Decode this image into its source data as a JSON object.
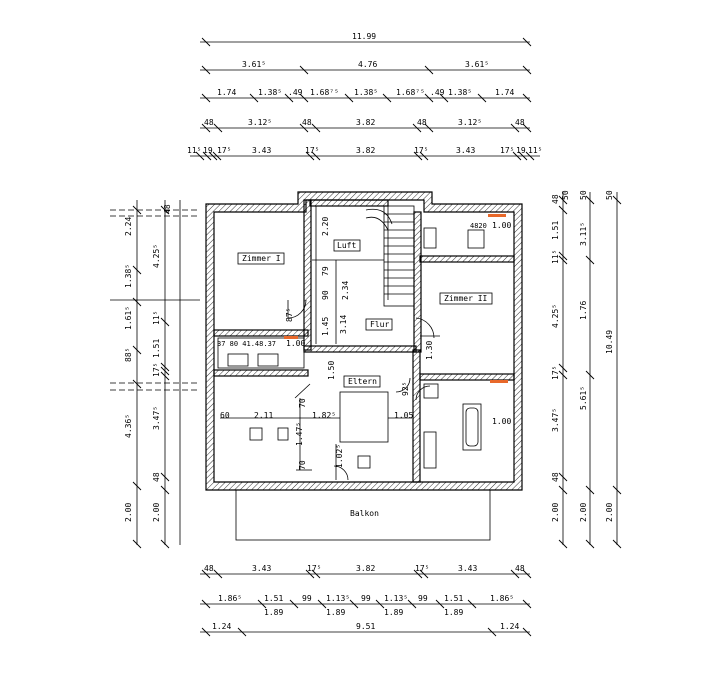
{
  "top_dimensions": {
    "row1": [
      "11.99"
    ],
    "row2": [
      "3.61⁵",
      "4.76",
      "3.61⁵"
    ],
    "row3": [
      "1.74",
      "1.38⁵",
      ".49",
      "1.68⁷⁵",
      "1.38⁵",
      "1.68⁷⁵",
      ".49",
      "1.38⁵",
      "1.74"
    ],
    "row4": [
      "48",
      "3.12⁵",
      "48",
      "3.82",
      "48",
      "3.12⁵",
      "48"
    ],
    "row5": [
      "11⁵",
      "19",
      "17⁵",
      "3.43",
      "17⁵",
      "3.82",
      "17⁵",
      "3.43",
      "17⁵",
      "19",
      "11⁵"
    ]
  },
  "bottom_dimensions": {
    "row1": [
      "48",
      "3.43",
      "17⁵",
      "3.82",
      "17⁵",
      "3.43",
      "48"
    ],
    "row2a": [
      "1.86⁵",
      "1.51",
      "99",
      "1.13⁵",
      "99",
      "1.13⁵",
      "99",
      "1.51",
      "1.86⁵"
    ],
    "row2b": [
      "1.89",
      "1.89",
      "1.89",
      "1.89"
    ],
    "row3": [
      "1.24",
      "9.51",
      "1.24"
    ]
  },
  "left_dimensions": {
    "outer": [
      "2.24",
      "1.38⁵",
      "1.61⁵",
      "88⁵",
      "4.36⁵",
      "2.00"
    ],
    "inner": [
      "4.25⁵",
      "1.51",
      "11⁵",
      "17⁵",
      "3.47⁵",
      "48",
      "2.00"
    ],
    "mid": [
      "48"
    ]
  },
  "right_dimensions": {
    "col1": [
      "48",
      "11⁵",
      "1.51",
      "4.25⁵",
      "17⁵",
      "3.47⁵",
      "48",
      "2.00"
    ],
    "col2": [
      "50",
      "3.11⁵",
      "1.76",
      "5.61⁵",
      "2.00"
    ],
    "col3": [
      "50",
      "10.49",
      "2.00"
    ],
    "top_extra": [
      "50"
    ]
  },
  "rooms": {
    "zimmer1": "Zimmer I",
    "zimmer2": "Zimmer II",
    "luft": "Luft",
    "flur": "Flur",
    "eltern": "Eltern",
    "balkon": "Balkon"
  },
  "interior_dims": {
    "d_2_20": "2.20",
    "d_79": "79",
    "d_90": "90",
    "d_2_34": "2.34",
    "d_1_45": "1.45",
    "d_3_14": "3.14",
    "d_87": "87⁵",
    "d_1_00_a": "1.00",
    "d_row_small": "37  80  41.48.37",
    "d_1_50": "1.50",
    "d_1_30": "1.30",
    "d_70_a": "70",
    "d_70_b": "70",
    "d_1_47": "1.47⁵",
    "d_60": "60",
    "d_2_11": "2.11",
    "d_1_82": "1.82⁵",
    "d_1_05": "1.05",
    "d_1_02": "1.02⁵",
    "d_92": "92⁵",
    "d_1_00_b": "1.00",
    "d_1_00_c": "1.00",
    "d_4820": "4820"
  }
}
